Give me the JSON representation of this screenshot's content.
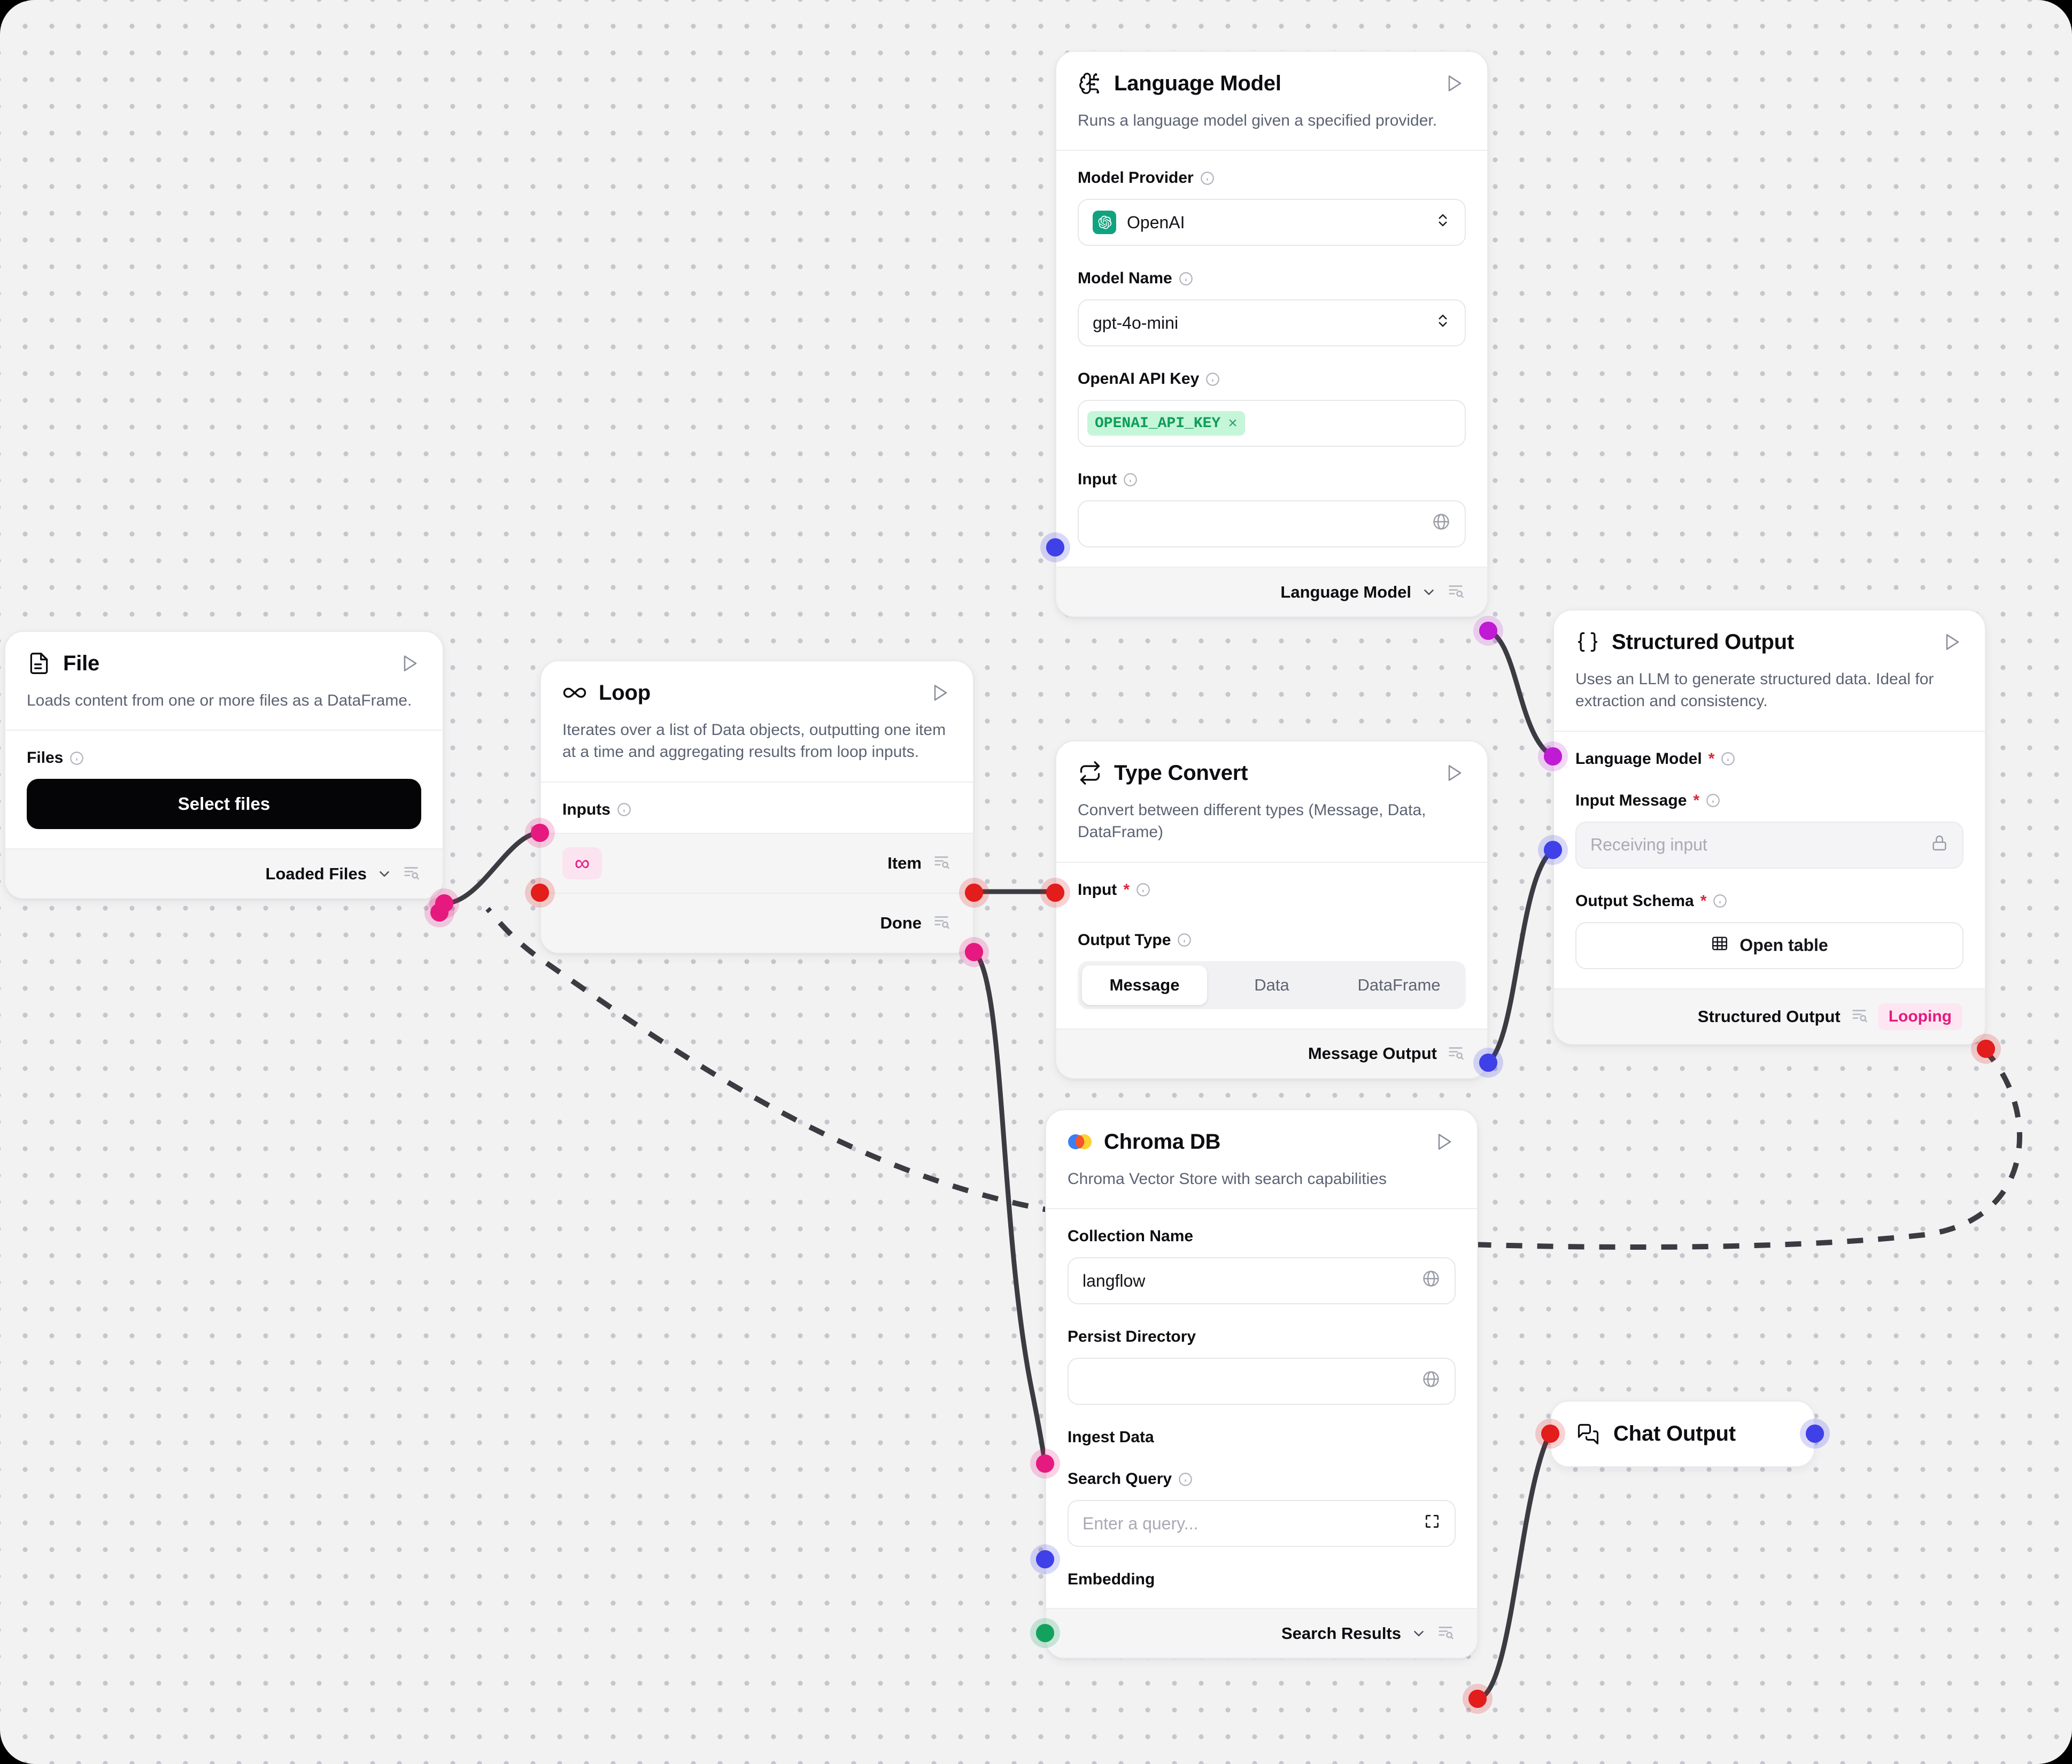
{
  "canvas": {
    "background": "#f2f2f3",
    "grid_dot_color": "#c6c6ce",
    "edge_color": "#3b3b42"
  },
  "nodes": {
    "file": {
      "title": "File",
      "icon": "file-text-icon",
      "description": "Loads content from one or more files as a DataFrame.",
      "fields": {
        "files_label": "Files"
      },
      "select_files_button": "Select files",
      "output_label": "Loaded Files"
    },
    "loop": {
      "title": "Loop",
      "icon": "infinity-icon",
      "description": "Iterates over a list of Data objects, outputting one item at a time and aggregating results from loop inputs.",
      "inputs_label": "Inputs",
      "outputs": [
        {
          "label": "Item"
        },
        {
          "label": "Done"
        }
      ]
    },
    "language_model": {
      "title": "Language Model",
      "icon": "brain-circuit-icon",
      "description": "Runs a language model given a specified provider.",
      "model_provider_label": "Model Provider",
      "model_provider_value": "OpenAI",
      "model_name_label": "Model Name",
      "model_name_value": "gpt-4o-mini",
      "api_key_label": "OpenAI API Key",
      "api_key_token": "OPENAI_API_KEY",
      "input_label": "Input",
      "input_value": "",
      "output_label": "Language Model"
    },
    "type_convert": {
      "title": "Type Convert",
      "icon": "repeat-icon",
      "description": "Convert between different types (Message, Data, DataFrame)",
      "input_label": "Input",
      "input_required": "*",
      "output_type_label": "Output Type",
      "output_type_options": [
        "Message",
        "Data",
        "DataFrame"
      ],
      "output_type_selected": "Message",
      "output_label": "Message Output"
    },
    "structured_output": {
      "title": "Structured Output",
      "icon": "braces-icon",
      "description": "Uses an LLM to generate structured data. Ideal for extraction and consistency.",
      "language_model_label": "Language Model",
      "language_model_required": "*",
      "input_message_label": "Input Message",
      "input_message_required": "*",
      "input_message_placeholder": "Receiving input",
      "output_schema_label": "Output Schema",
      "output_schema_required": "*",
      "open_table_button": "Open table",
      "output_label": "Structured Output",
      "badge": "Looping"
    },
    "chroma_db": {
      "title": "Chroma DB",
      "icon": "chroma-logo-icon",
      "description": "Chroma Vector Store with search capabilities",
      "collection_name_label": "Collection Name",
      "collection_name_value": "langflow",
      "persist_directory_label": "Persist Directory",
      "persist_directory_value": "",
      "ingest_data_label": "Ingest Data",
      "search_query_label": "Search Query",
      "search_query_placeholder": "Enter a query...",
      "embedding_label": "Embedding",
      "output_label": "Search Results"
    },
    "chat_output": {
      "title": "Chat Output",
      "icon": "messages-square-icon"
    }
  },
  "port_colors": {
    "pink": "#e5197f",
    "red": "#e31c1c",
    "blue": "#4040e8",
    "purple": "#c01ad4",
    "green": "#12a25e"
  }
}
